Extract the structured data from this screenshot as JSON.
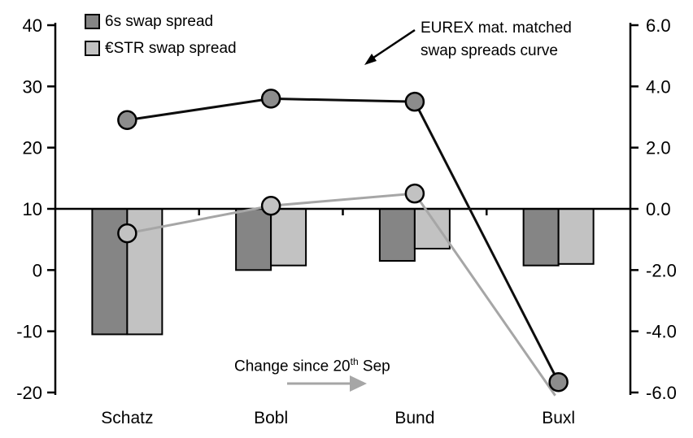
{
  "chart_data": {
    "type": "bar+line combo",
    "categories": [
      "Schatz",
      "Bobl",
      "Bund",
      "Buxl"
    ],
    "left_axis": {
      "ticks": [
        "40",
        "30",
        "20",
        "10",
        "0",
        "-10",
        "-20"
      ],
      "tick_values": [
        40,
        30,
        20,
        10,
        0,
        -10,
        -20
      ],
      "range": [
        -20,
        40
      ],
      "grid": false
    },
    "right_axis": {
      "ticks": [
        "6.0",
        "4.0",
        "2.0",
        "0.0",
        "-2.0",
        "-4.0",
        "-6.0"
      ],
      "tick_values": [
        6,
        4,
        2,
        0,
        -2,
        -4,
        -6
      ],
      "range": [
        -6,
        6
      ]
    },
    "bar_baseline_right": 0.0,
    "bar_series": [
      {
        "name": "6s swap spread change",
        "axis": "right",
        "color": "#858585",
        "values": [
          -4.1,
          -2.0,
          -1.7,
          -1.85
        ]
      },
      {
        "name": "ESTR swap spread change",
        "axis": "right",
        "color": "#c2c2c2",
        "values": [
          -4.1,
          -1.85,
          -1.3,
          -1.8
        ]
      }
    ],
    "line_series": [
      {
        "name": "ESTR swap spread curve",
        "axis": "left",
        "line_color": "#a6a6a6",
        "marker_fill": "#c2c2c2",
        "values": [
          6,
          10.5,
          12.5,
          -20.5
        ],
        "markers": [
          true,
          true,
          true,
          false
        ]
      },
      {
        "name": "6s swap spread curve (EUREX mat. matched)",
        "axis": "left",
        "line_color": "#0d0d0d",
        "marker_fill": "#8c8c8c",
        "values": [
          24.5,
          28,
          27.5,
          -18.3
        ],
        "markers": [
          true,
          true,
          true,
          true
        ]
      }
    ],
    "legend_position": "top-left",
    "annotations": [
      {
        "text": "EUREX mat. matched swap spreads curve",
        "arrow": "black, points down-left at 6s curve"
      },
      {
        "text": "Change since 20th Sep",
        "arrow": "gray, points right at bars"
      }
    ]
  },
  "legend": {
    "items": [
      {
        "label": "6s swap spread",
        "color": "#858585"
      },
      {
        "label": "€STR swap spread",
        "color": "#c2c2c2"
      }
    ]
  },
  "annotations": {
    "eurex_line1": "EUREX mat. matched",
    "eurex_line2": "swap spreads curve",
    "change_prefix": "Change since 20",
    "change_sup": "th",
    "change_suffix": " Sep"
  },
  "colors": {
    "axis": "#000000",
    "black_line": "#0d0d0d",
    "gray_line": "#a6a6a6",
    "dark_bar": "#858585",
    "light_bar": "#c2c2c2",
    "dark_marker": "#8c8c8c",
    "light_marker": "#c2c2c2",
    "gray_arrow": "#a6a6a6"
  }
}
